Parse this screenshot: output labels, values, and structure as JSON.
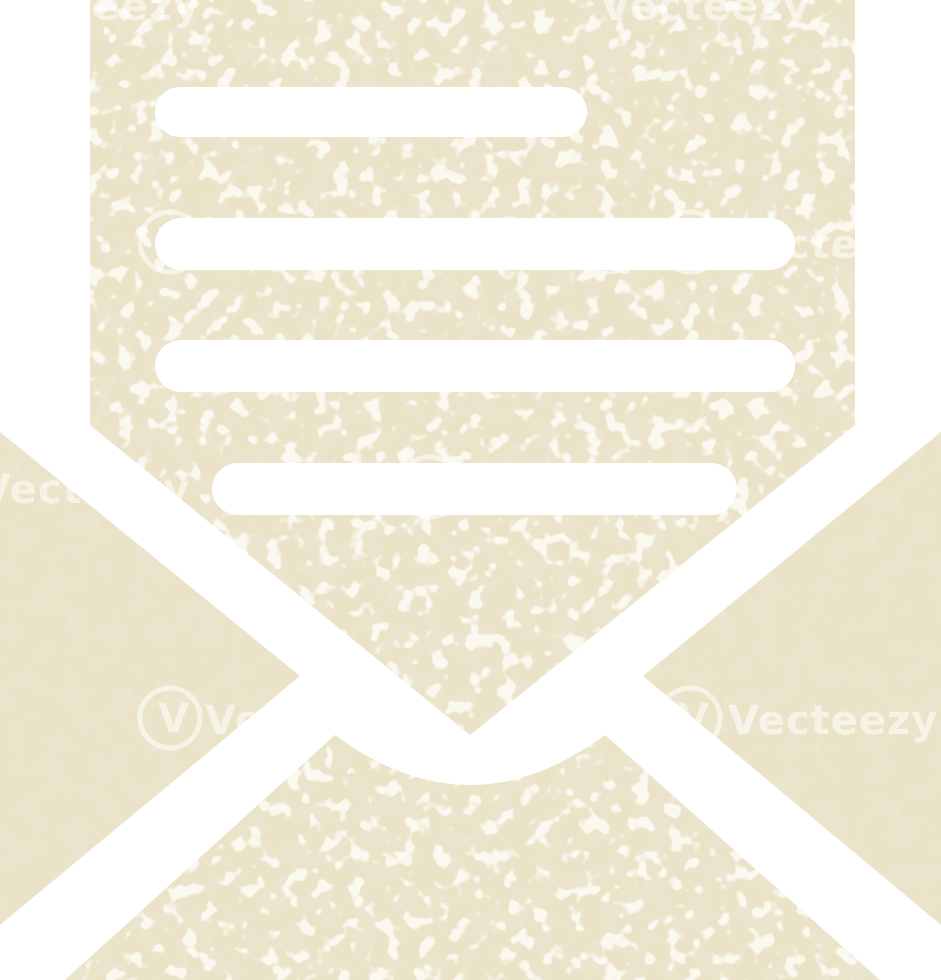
{
  "illustration": {
    "subject": "open-envelope-with-letter-icon",
    "style": "retro distressed",
    "colors": {
      "background": "#ffffff",
      "paper": "#ebe3c8",
      "texture_dark": "#d3c69f",
      "texture_light": "#f3eedc",
      "lines": "#ffffff"
    }
  },
  "watermark": {
    "text": "Vecteezy",
    "logo_glyph": "V"
  }
}
